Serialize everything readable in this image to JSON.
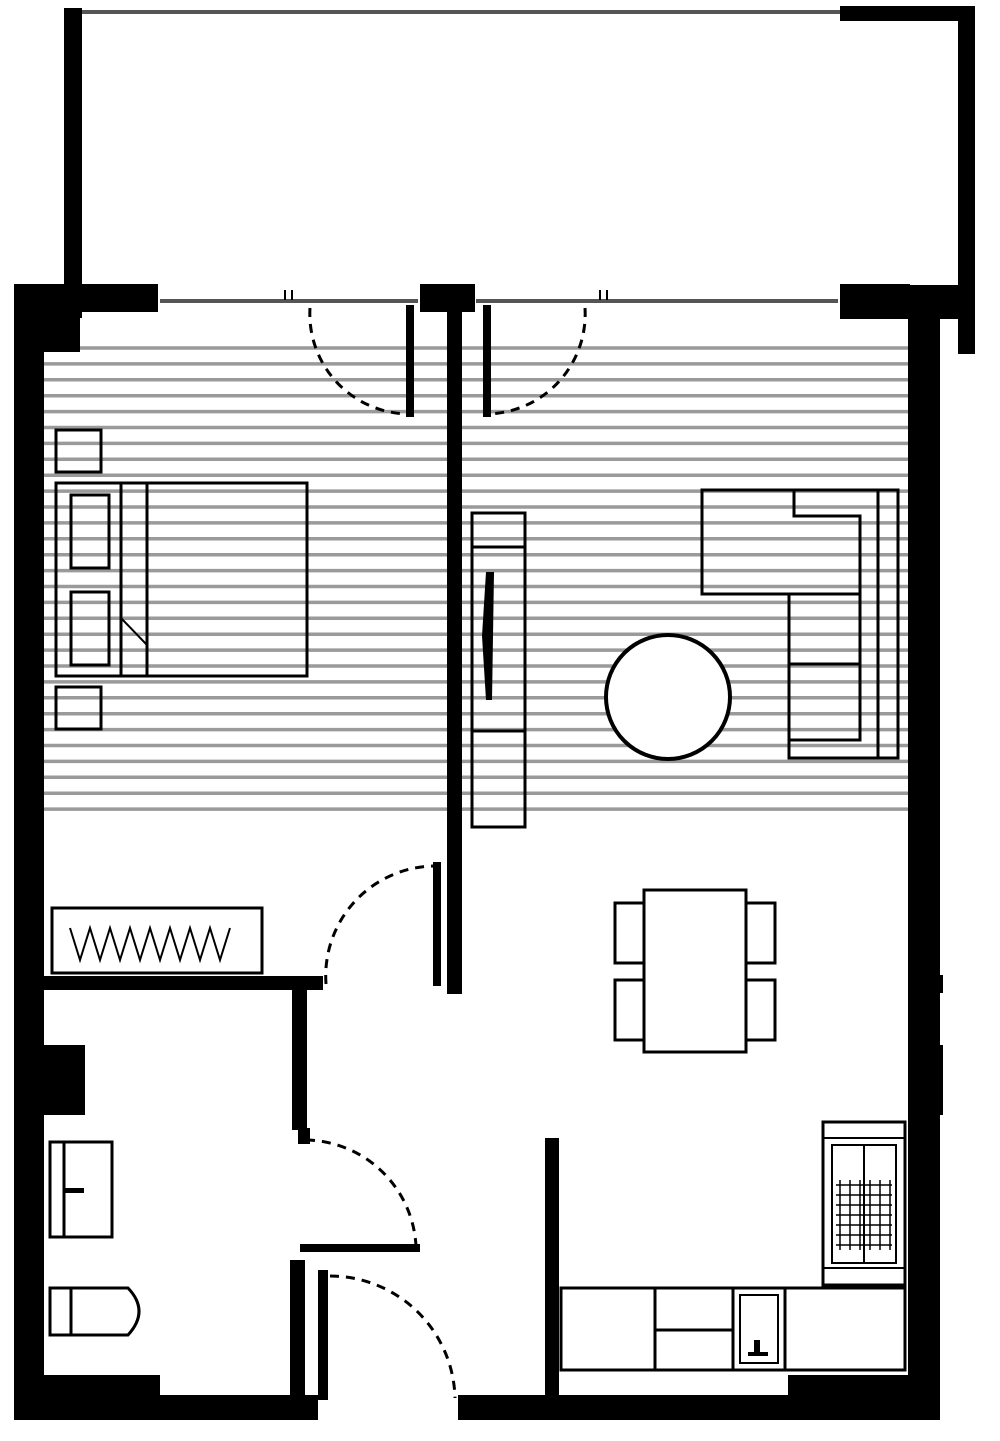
{
  "plan": {
    "colors": {
      "wall": "#000000",
      "floor_hatch": "#9a9a9a",
      "window": "#555555",
      "background": "#ffffff"
    },
    "rooms": [
      "bedroom",
      "living-room",
      "dining-area",
      "kitchen",
      "bathroom",
      "entry-hall",
      "balcony"
    ],
    "furniture": [
      "double-bed",
      "nightstand",
      "nightstand",
      "wardrobe",
      "tv-unit",
      "l-shaped-sofa",
      "round-coffee-table",
      "dining-table",
      "dining-chair",
      "dining-chair",
      "dining-chair",
      "dining-chair",
      "refrigerator",
      "kitchen-counter",
      "kitchen-sink",
      "bathroom-vanity",
      "toilet"
    ],
    "doors": [
      "bedroom-balcony-door",
      "living-balcony-door",
      "bedroom-door",
      "bathroom-door",
      "entry-door"
    ]
  }
}
